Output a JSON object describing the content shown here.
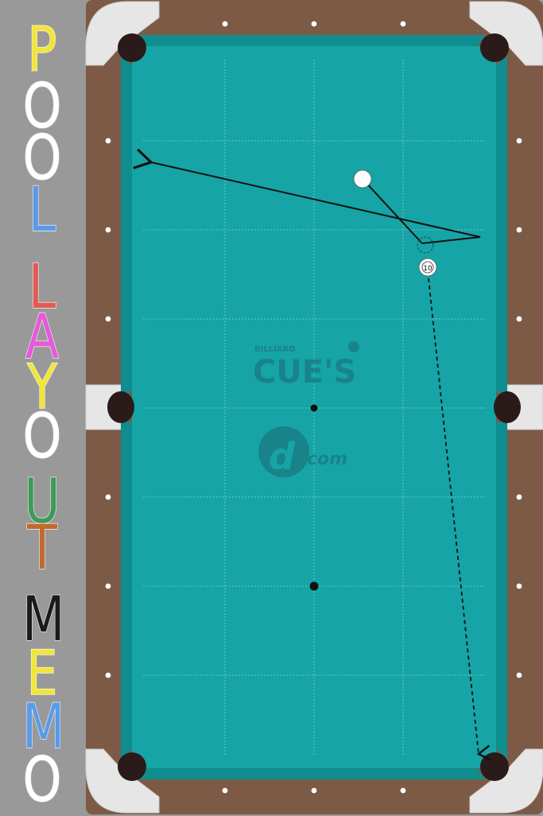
{
  "sidebar": {
    "title_letters": [
      {
        "char": "P",
        "color": "#f2e53a"
      },
      {
        "char": "O",
        "color": "#ffffff"
      },
      {
        "char": "O",
        "color": "#ffffff"
      },
      {
        "char": "L",
        "color": "#5a9be8"
      },
      {
        "char": "L",
        "color": "#e25b53"
      },
      {
        "char": "A",
        "color": "#e45ad8"
      },
      {
        "char": "Y",
        "color": "#f2e53a"
      },
      {
        "char": "O",
        "color": "#ffffff"
      },
      {
        "char": "U",
        "color": "#3e9a56"
      },
      {
        "char": "T",
        "color": "#c26a2e"
      },
      {
        "char": "M",
        "color": "#1a1a1a"
      },
      {
        "char": "E",
        "color": "#f2e53a"
      },
      {
        "char": "M",
        "color": "#5a9be8"
      },
      {
        "char": "O",
        "color": "#ffffff"
      }
    ]
  },
  "table": {
    "cloth_color": "#16a4a6",
    "rail_color": "#7d5a45",
    "logo_top_small": "BILLIARD",
    "logo_top_main": "CUE'S",
    "logo_bottom": "com",
    "object_ball_number": "10"
  }
}
